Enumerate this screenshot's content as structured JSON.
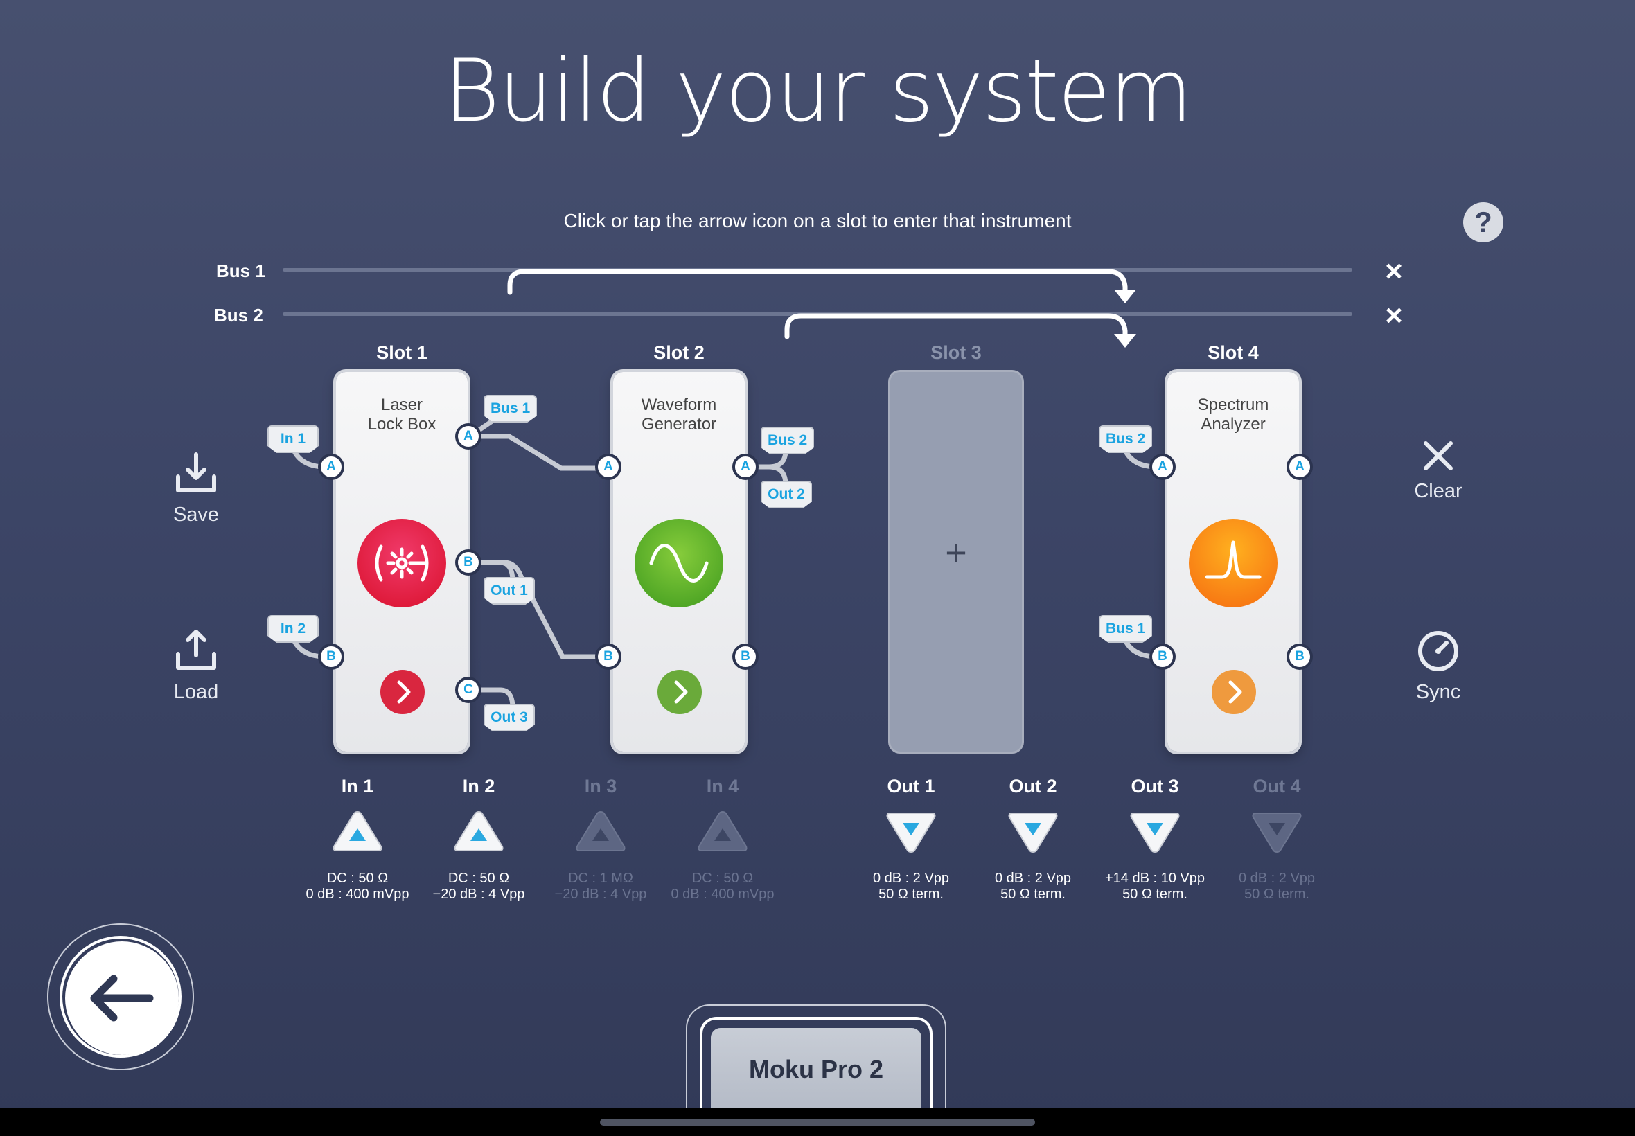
{
  "title": "Build your system",
  "instruction": "Click or tap the arrow icon on a slot to enter that instrument",
  "buses": [
    {
      "label": "Bus 1",
      "clear_icon": "close-icon"
    },
    {
      "label": "Bus 2",
      "clear_icon": "close-icon"
    }
  ],
  "slots": [
    {
      "label": "Slot 1",
      "instrument": "Laser Lock Box",
      "name_line1": "Laser",
      "name_line2": "Lock Box",
      "accent": "#e0183a",
      "icon": "laser-lock-box-icon"
    },
    {
      "label": "Slot 2",
      "instrument": "Waveform Generator",
      "name_line1": "Waveform",
      "name_line2": "Generator",
      "accent": "#53a82a",
      "icon": "sine-wave-icon"
    },
    {
      "label": "Slot 3",
      "instrument": "",
      "empty": true,
      "add_glyph": "+"
    },
    {
      "label": "Slot 4",
      "instrument": "Spectrum Analyzer",
      "name_line1": "Spectrum",
      "name_line2": "Analyzer",
      "accent": "#f57f16",
      "icon": "spectrum-peak-icon"
    }
  ],
  "ports": {
    "a": "A",
    "b": "B",
    "c": "C"
  },
  "tags": {
    "slot1_in_a": "In 1",
    "slot1_in_b": "In 2",
    "slot1_out_a": "Bus 1",
    "slot1_out_b": "Out 1",
    "slot1_out_c": "Out 3",
    "slot2_out_a_1": "Bus 2",
    "slot2_out_a_2": "Out 2",
    "slot4_in_a": "Bus 2",
    "slot4_in_b": "Bus 1"
  },
  "side": {
    "save": "Save",
    "load": "Load",
    "clear": "Clear",
    "sync": "Sync"
  },
  "inputs": [
    {
      "label": "In 1",
      "spec1": "DC : 50 Ω",
      "spec2": "0 dB : 400 mVpp",
      "enabled": true
    },
    {
      "label": "In 2",
      "spec1": "DC : 50 Ω",
      "spec2": "−20 dB : 4 Vpp",
      "enabled": true
    },
    {
      "label": "In 3",
      "spec1": "DC : 1 MΩ",
      "spec2": "−20 dB : 4 Vpp",
      "enabled": false
    },
    {
      "label": "In 4",
      "spec1": "DC : 50 Ω",
      "spec2": "0 dB : 400 mVpp",
      "enabled": false
    }
  ],
  "outputs": [
    {
      "label": "Out 1",
      "spec1": "0 dB : 2 Vpp",
      "spec2": "50 Ω term.",
      "enabled": true
    },
    {
      "label": "Out 2",
      "spec1": "0 dB : 2 Vpp",
      "spec2": "50 Ω term.",
      "enabled": true
    },
    {
      "label": "Out 3",
      "spec1": "+14 dB : 10 Vpp",
      "spec2": "50 Ω term.",
      "enabled": true
    },
    {
      "label": "Out 4",
      "spec1": "0 dB : 2 Vpp",
      "spec2": "50 Ω term.",
      "enabled": false
    }
  ],
  "device": "Moku Pro 2",
  "colors": {
    "port_text": "#1aa3e0",
    "background": "#3c4566"
  }
}
